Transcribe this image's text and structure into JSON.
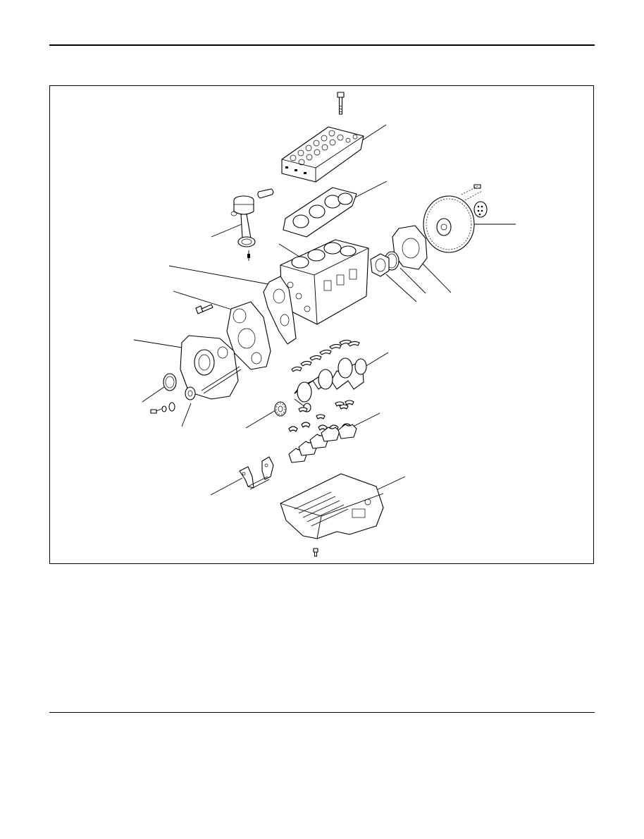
{
  "page": {
    "header_rule": "solid",
    "footer_rule": "solid"
  },
  "figure": {
    "parts": [
      {
        "name": "cylinder-head-bolt"
      },
      {
        "name": "cylinder-head"
      },
      {
        "name": "cylinder-head-gasket"
      },
      {
        "name": "piston-and-connecting-rod"
      },
      {
        "name": "cylinder-block"
      },
      {
        "name": "flywheel"
      },
      {
        "name": "rear-plate"
      },
      {
        "name": "rear-oil-seal"
      },
      {
        "name": "oil-seal-retainer"
      },
      {
        "name": "front-plate-gasket"
      },
      {
        "name": "front-plate"
      },
      {
        "name": "timing-gear-case"
      },
      {
        "name": "front-oil-seal"
      },
      {
        "name": "idler-gear"
      },
      {
        "name": "crankshaft"
      },
      {
        "name": "crankshaft-gear"
      },
      {
        "name": "upper-main-bearing"
      },
      {
        "name": "lower-main-bearing-and-cap"
      },
      {
        "name": "oil-strainer"
      },
      {
        "name": "oil-pan"
      }
    ]
  }
}
